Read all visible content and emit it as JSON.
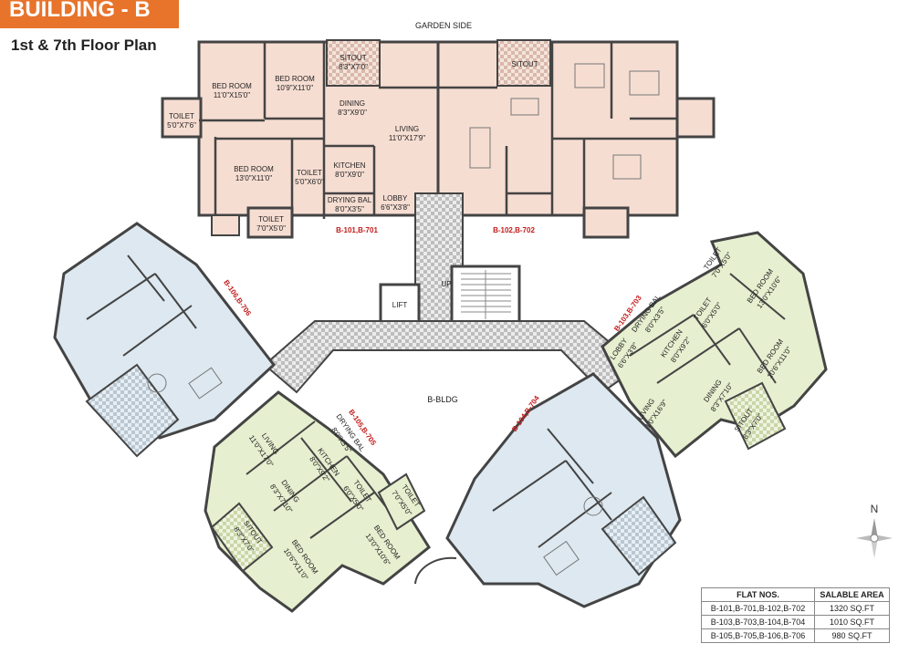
{
  "header": {
    "building": "BUILDING - B",
    "floor_plan": "1st & 7th Floor Plan"
  },
  "labels": {
    "garden_side": "GARDEN SIDE",
    "b_bldg": "B-BLDG",
    "lift": "LIFT",
    "up": "UP",
    "north": "N"
  },
  "flat_labels": {
    "b101": "B-101,B-701",
    "b102": "B-102,B-702",
    "b103": "B-103,B-703",
    "b104": "B-104,B-704",
    "b105": "B-105,B-705",
    "b106": "B-106,B-706"
  },
  "rooms": {
    "top_bed1_name": "BED ROOM",
    "top_bed1_dim": "11'0\"X15'0\"",
    "top_bed2_name": "BED ROOM",
    "top_bed2_dim": "10'9\"X11'0\"",
    "top_sitout_name": "SITOUT",
    "top_sitout_dim": "8'3\"X7'0\"",
    "top_toilet1_name": "TOILET",
    "top_toilet1_dim": "5'0\"X7'6\"",
    "top_dining_name": "DINING",
    "top_dining_dim": "8'3\"X9'0\"",
    "top_living_name": "LIVING",
    "top_living_dim": "11'0\"X17'9\"",
    "top_bed3_name": "BED ROOM",
    "top_bed3_dim": "13'0\"X11'0\"",
    "top_toilet2_name": "TOILET",
    "top_toilet2_dim": "5'0\"X6'0\"",
    "top_kitchen_name": "KITCHEN",
    "top_kitchen_dim": "8'0\"X9'0\"",
    "top_drying_name": "DRYING BAL",
    "top_drying_dim": "8'0\"X3'5\"",
    "top_lobby_name": "LOBBY",
    "top_lobby_dim": "6'6\"X3'8\"",
    "top_toilet3_name": "TOILET",
    "top_toilet3_dim": "7'0\"X5'0\"",
    "top_sitout2_name": "SITOUT",
    "r_toilet1_name": "TOILET",
    "r_toilet1_dim": "7'0\"X5'0\"",
    "r_bed1_name": "BED ROOM",
    "r_bed1_dim": "13'0\"X10'6\"",
    "r_drying_name": "DRYING BAL",
    "r_drying_dim": "8'0\"X3'5\"",
    "r_toilet2_name": "TOILET",
    "r_toilet2_dim": "6'0\"X5'0\"",
    "r_lobby_name": "LOBBY",
    "r_lobby_dim": "6'6\"X3'8\"",
    "r_kitchen_name": "KITCHEN",
    "r_kitchen_dim": "8'0\"X9'2\"",
    "r_bed2_name": "BED ROOM",
    "r_bed2_dim": "10'6\"X11'0\"",
    "r_living_name": "LIVING",
    "r_living_dim": "11'0\"X16'9\"",
    "r_dining_name": "DINING",
    "r_dining_dim": "8'3\"X7'10\"",
    "r_sitout_name": "SITOUT",
    "r_sitout_dim": "8'3\"X7'0\"",
    "l_living_name": "LIVING",
    "l_living_dim": "11'0\"X17'0\"",
    "l_drying_name": "DRYING BAL",
    "l_drying_dim": "8'0\"X3'5\"",
    "l_kitchen_name": "KITCHEN",
    "l_kitchen_dim": "8'0\"X9'2\"",
    "l_dining_name": "DINING",
    "l_dining_dim": "8'3\"X7'10\"",
    "l_toilet1_name": "TOILET",
    "l_toilet1_dim": "6'0\"X5'0\"",
    "l_toilet2_name": "TOILET",
    "l_toilet2_dim": "7'0\"X5'0\"",
    "l_sitout_name": "SITOUT",
    "l_sitout_dim": "8'3\"X7'0\"",
    "l_bed1_name": "BED ROOM",
    "l_bed1_dim": "10'6\"X11'0\"",
    "l_bed2_name": "BED ROOM",
    "l_bed2_dim": "13'0\"X10'6\""
  },
  "area_table": {
    "col_flat": "FLAT NOS.",
    "col_area": "SALABLE AREA",
    "rows": [
      {
        "flats": "B-101,B-701,B-102,B-702",
        "area": "1320 SQ.FT"
      },
      {
        "flats": "B-103,B-703,B-104,B-704",
        "area": "1010 SQ.FT"
      },
      {
        "flats": "B-105,B-705,B-106,B-706",
        "area": "980 SQ.FT"
      }
    ]
  },
  "colors": {
    "banner": "#e8732a",
    "pink_flat": "#f6ddd2",
    "blue_flat": "#dde8f0",
    "green_flat": "#e6efcf",
    "wall": "#444444",
    "flat_label": "#c41a1a"
  }
}
